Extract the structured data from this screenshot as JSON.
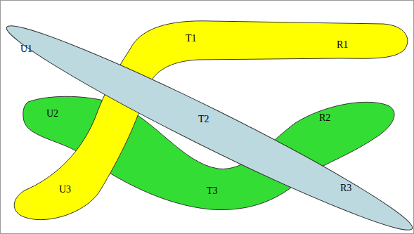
{
  "diagram": {
    "nodes": [
      {
        "text": [
          "U2",
          "R2",
          "T3"
        ]
      },
      {
        "text": [
          "T1",
          "R1",
          "U3"
        ]
      },
      {
        "text": [
          "U1",
          "T2",
          "R3"
        ]
      }
    ]
  }
}
